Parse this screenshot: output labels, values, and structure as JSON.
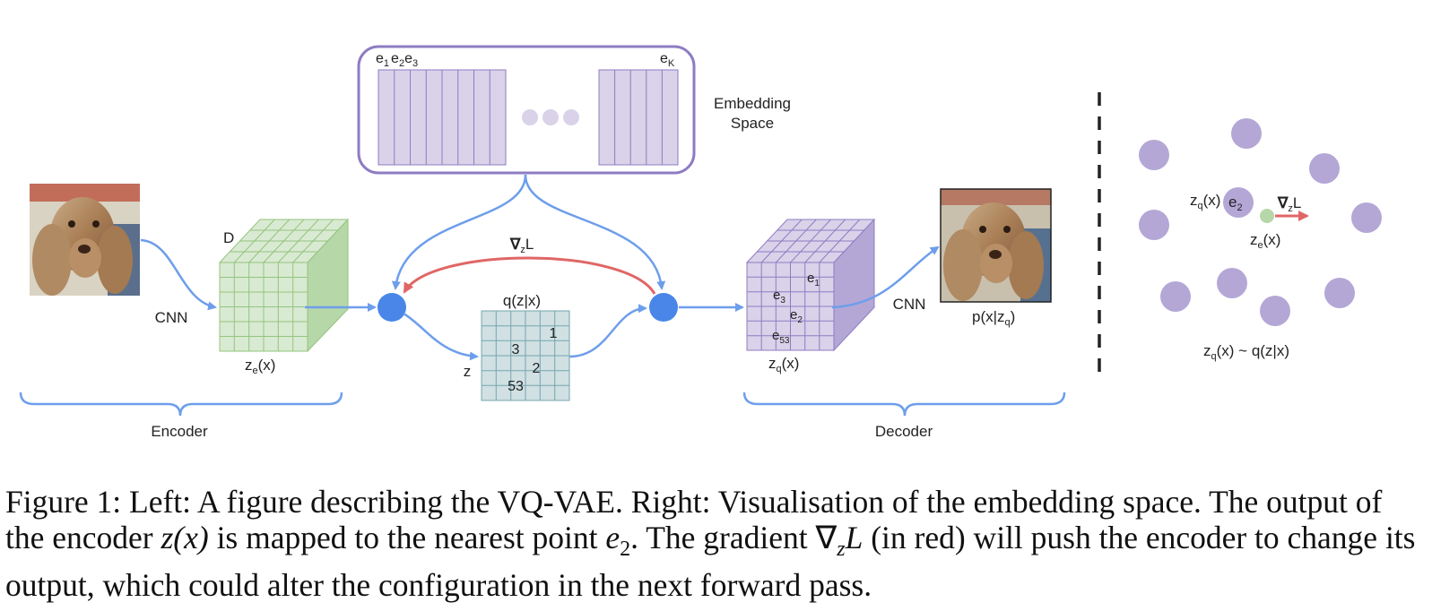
{
  "diagram": {
    "embedding_space": {
      "labels": {
        "e": "e",
        "sub_1": "1",
        "sub_2": "2",
        "sub_3": "3",
        "sub_K": "K"
      },
      "title_line1": "Embedding",
      "title_line2": "Space"
    },
    "encoder": {
      "cnn_label": "CNN",
      "depth_label": "D",
      "output_label": "z",
      "output_sub": "e",
      "output_arg": "(x)",
      "brace_label": "Encoder"
    },
    "gradient": {
      "nabla": "∇",
      "sub": "z",
      "L": "L"
    },
    "codes_grid": {
      "title": "q(z|x)",
      "z_label": "z",
      "values": [
        "1",
        "3",
        "2",
        "53"
      ]
    },
    "decoder": {
      "cube_labels": {
        "e1": "1",
        "e3": "3",
        "e2": "2",
        "e53": "53"
      },
      "output_label": "z",
      "output_sub": "q",
      "output_arg": "(x)",
      "cnn_label": "CNN",
      "image_label": "p(x|z",
      "image_label_sub": "q",
      "image_label_close": ")",
      "brace_label": "Decoder"
    },
    "right_panel": {
      "zq_label": "z",
      "zq_sub": "q",
      "zq_arg": "(x)",
      "e2": "e",
      "e2_sub": "2",
      "ze_label": "z",
      "ze_sub": "e",
      "ze_arg": "(x)",
      "bottom_z": "z",
      "bottom_sub": "q",
      "bottom_rest": "(x) ~ q(z|x)"
    }
  },
  "caption": {
    "part1": "Figure 1: Left: A figure describing the VQ-VAE. Right: Visualisation of the embedding space. The output of the encoder ",
    "math1": "z(x)",
    "part2": " is mapped to the nearest point ",
    "math2": "e",
    "math2_sub": "2",
    "part3": ". The gradient ",
    "math3": "∇",
    "math3_sub": "z",
    "math3_L": "L",
    "part4": " (in red) will push the encoder to change its output, which could alter the configuration in the next forward pass."
  },
  "colors": {
    "blue": "#6d9eeb",
    "red": "#e06666",
    "purple_fill": "#d9d2e9",
    "purple_stroke": "#8e7cc3",
    "purple_dot": "#b4a7d6",
    "green_fill": "#d9ead3",
    "green_stroke": "#93c47d",
    "teal_fill": "#d0e0e3",
    "teal_stroke": "#76a5af",
    "green_dot": "#b6d7a8"
  }
}
